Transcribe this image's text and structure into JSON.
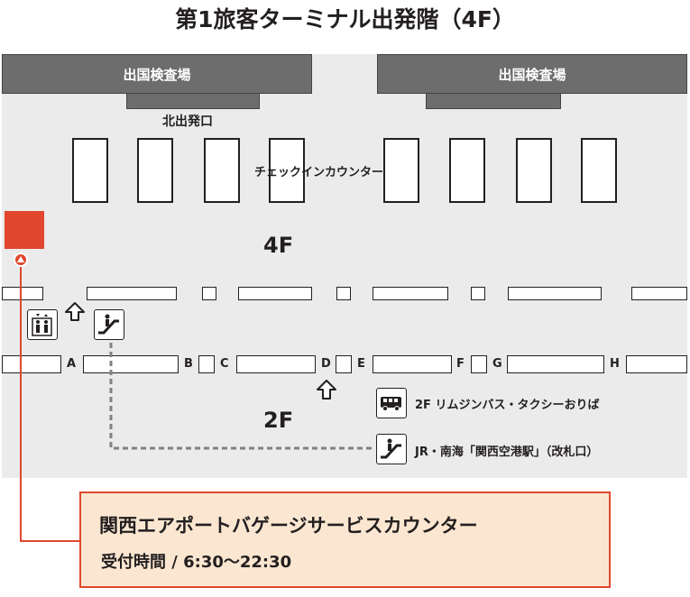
{
  "title": "第1旅客ターミナル出発階（4F）",
  "immigration": {
    "left_label": "出国検査場",
    "right_label": "出国検査場",
    "exit_label": "北出発口"
  },
  "checkin": {
    "label": "チェックインカウンター"
  },
  "floors": {
    "upper": "4F",
    "lower": "2F"
  },
  "zones": [
    "A",
    "B",
    "C",
    "D",
    "E",
    "F",
    "G",
    "H"
  ],
  "icons": {
    "elevator": "elevator-icon",
    "escalator": "escalator-icon",
    "bus": "bus-icon",
    "escalator_jr": "escalator-icon"
  },
  "info": {
    "bus_text": "2F リムジンバス・タクシーおりば",
    "jr_text": "JR・南海「関西空港駅」（改札口）"
  },
  "callout": {
    "title": "関西エアポートバゲージサービスカウンター",
    "hours": "受付時間 / 6:30〜22:30"
  },
  "colors": {
    "accent": "#e0472e",
    "callout_bg": "#fbe7d1",
    "floor_bg": "#ebebeb",
    "immigration": "#6d6d6d"
  }
}
